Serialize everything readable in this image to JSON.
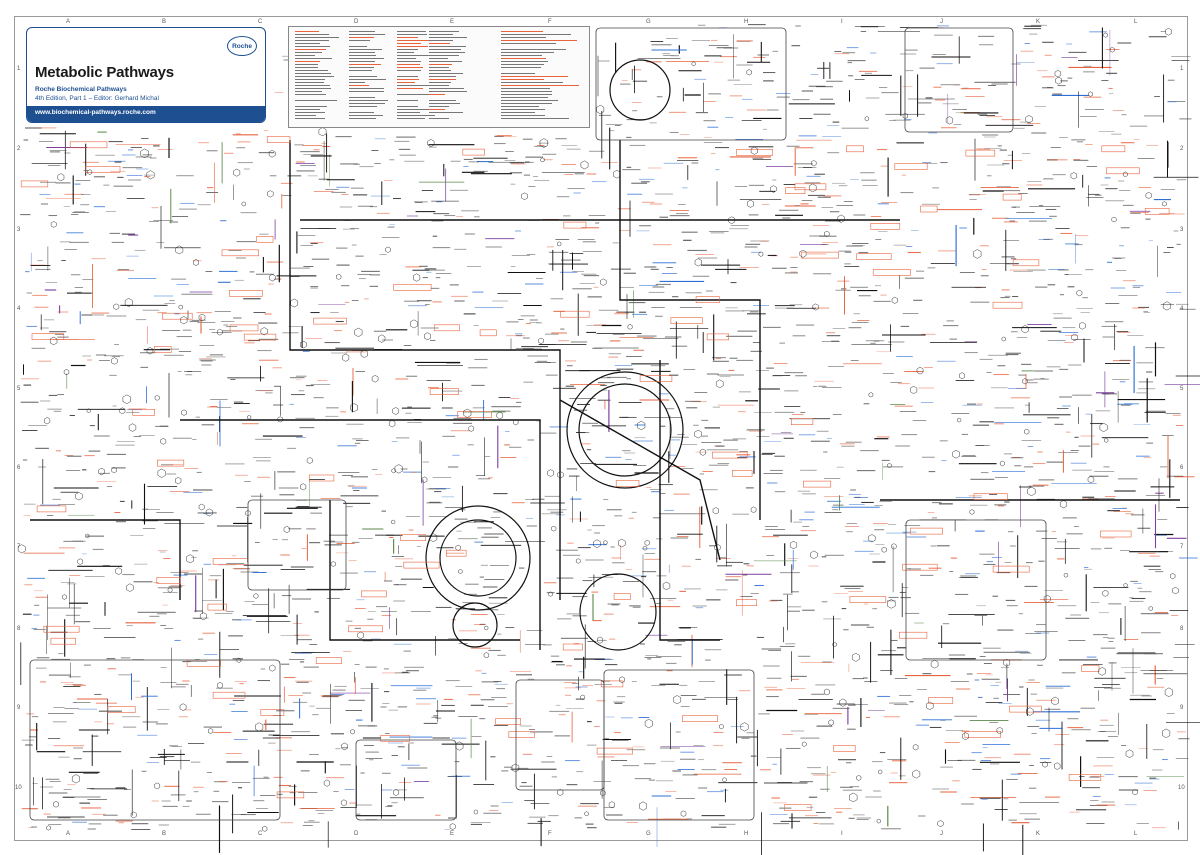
{
  "poster": {
    "title": "Metabolic Pathways",
    "subtitle_line1": "Roche Biochemical Pathways",
    "subtitle_line2": "4th Edition, Part 1 –  Editor: Gerhard Michal",
    "url": "www.biochemical-pathways.roche.com",
    "logo_text": "Roche"
  },
  "grid": {
    "columns": [
      "A",
      "B",
      "C",
      "D",
      "E",
      "F",
      "G",
      "H",
      "I",
      "J",
      "K",
      "L"
    ],
    "rows": [
      "1",
      "2",
      "3",
      "4",
      "5",
      "6",
      "7",
      "8",
      "9",
      "10"
    ]
  },
  "colors": {
    "brand_blue": "#1d4f91",
    "enzyme_orange": "#e8623c",
    "cofactor_blue": "#2e6fd6",
    "pathway_black": "#111111",
    "pathway_green": "#5a8a4a",
    "pathway_purple": "#7b3fa0"
  },
  "icons": {
    "logo": "roche-hexagon-logo"
  }
}
